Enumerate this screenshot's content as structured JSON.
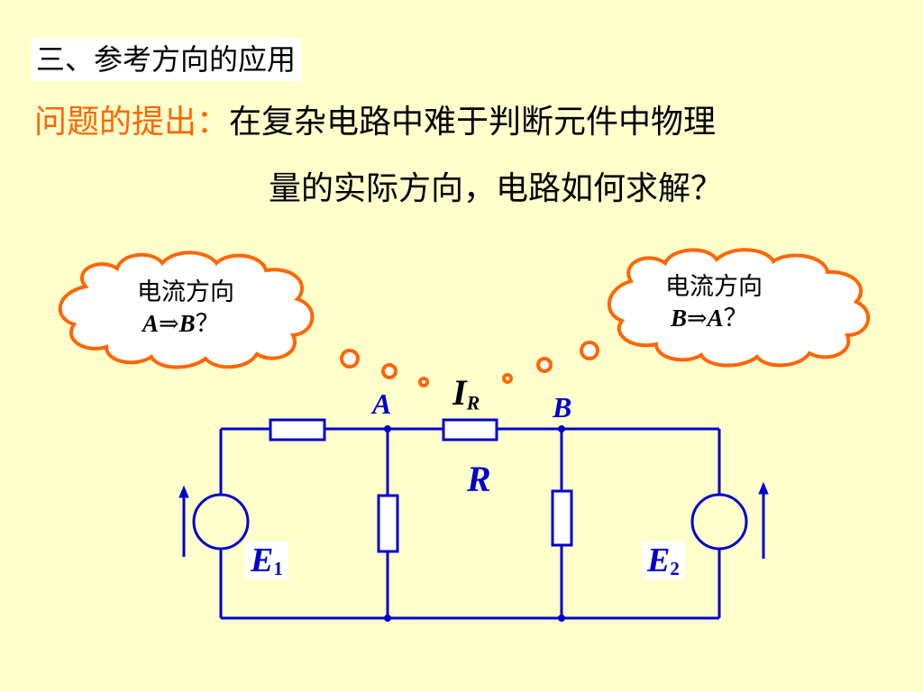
{
  "heading": "三、参考方向的应用",
  "question": {
    "label": "问题的提出：",
    "text_line1": "在复杂电路中难于判断元件中物理",
    "text_line2": "量的实际方向，电路如何求解？"
  },
  "clouds": [
    {
      "line1": "电流方向",
      "from": "A",
      "arrow": "⇒",
      "to": "B",
      "q": "？"
    },
    {
      "line1": "电流方向",
      "from": "B",
      "arrow": "⇒",
      "to": "A",
      "q": "？"
    }
  ],
  "circuit": {
    "node_a": "A",
    "node_b": "B",
    "current_main": "I",
    "current_sub": "R",
    "resistor_label": "R",
    "emf1_main": "E",
    "emf1_sub": "1",
    "emf2_main": "E",
    "emf2_sub": "2"
  },
  "colors": {
    "background": "#FFFFCC",
    "accent": "#FF6600",
    "circuit": "#0000CC",
    "cloud_outline": "#FF6600"
  }
}
